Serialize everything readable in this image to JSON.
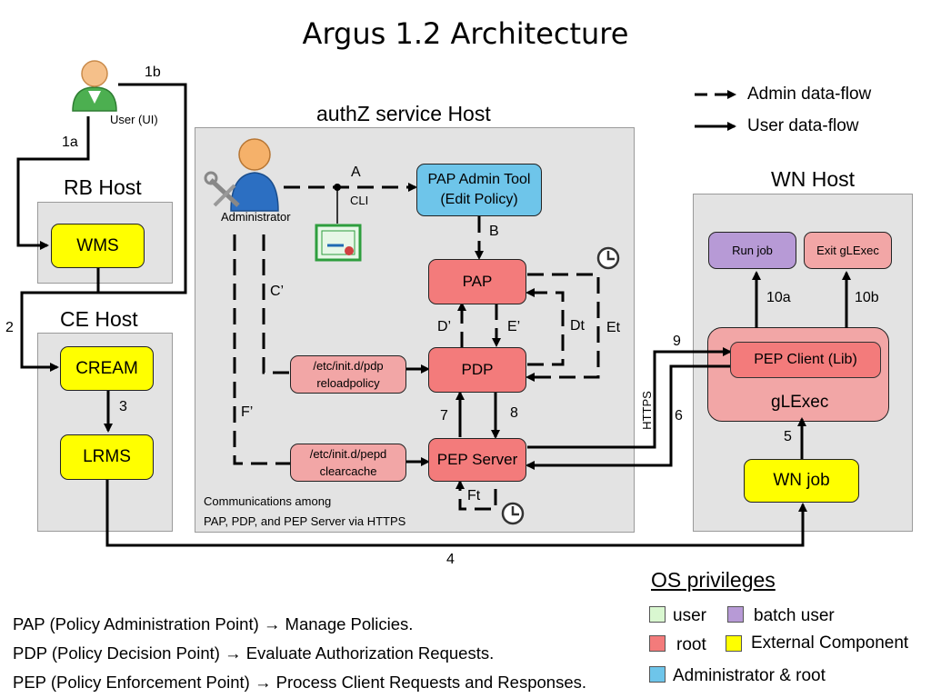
{
  "title": "Argus 1.2 Architecture",
  "hosts": {
    "authz": "authZ service Host",
    "rb": "RB Host",
    "ce": "CE Host",
    "wn": "WN Host"
  },
  "actors": {
    "user": "User (UI)",
    "admin": "Administrator"
  },
  "components": {
    "wms": "WMS",
    "cream": "CREAM",
    "lrms": "LRMS",
    "pap_admin": "PAP Admin Tool (Edit Policy)",
    "pap": "PAP",
    "pdp": "PDP",
    "pep_server": "PEP Server",
    "pdp_reload": "/etc/init.d/pdp reloadpolicy",
    "pepd_clear": "/etc/init.d/pepd clearcache",
    "run_job": "Run job",
    "exit_glexec": "Exit gLExec",
    "pep_client": "PEP Client (Lib)",
    "glexec": "gLExec",
    "wn_job": "WN job"
  },
  "flow_labels": {
    "f1a": "1a",
    "f1b": "1b",
    "f2": "2",
    "f3": "3",
    "f4": "4",
    "f5": "5",
    "f6": "6",
    "f7": "7",
    "f8": "8",
    "f9": "9",
    "f10a": "10a",
    "f10b": "10b",
    "a": "A",
    "cli": "CLI",
    "b": "B",
    "c": "C’",
    "d": "D’",
    "e": "E’",
    "dt": "Dt",
    "et": "Et",
    "f": "F’",
    "ft": "Ft",
    "https": "HTTPS"
  },
  "note": {
    "line1": "Communications among",
    "line2": "PAP,  PDP, and PEP Server via HTTPS"
  },
  "legend": {
    "admin_flow": "Admin data-flow",
    "user_flow": "User data-flow"
  },
  "privileges": {
    "title": "OS privileges",
    "user": "user",
    "batch_user": "batch user",
    "root": "root",
    "external": "External Component",
    "admin_root": "Administrator & root"
  },
  "definitions": {
    "pap": "PAP (Policy Administration Point)  → Manage Policies.",
    "pdp": "PDP (Policy Decision Point) → Evaluate Authorization Requests.",
    "pep": "PEP (Policy Enforcement Point) → Process Client Requests and Responses."
  },
  "colors": {
    "user": "#d9f7d0",
    "batch_user": "#b79ad6",
    "root": "#f37b7b",
    "external": "#ffff00",
    "admin_root": "#6ec5ea",
    "host_bg": "#e3e3e3"
  }
}
